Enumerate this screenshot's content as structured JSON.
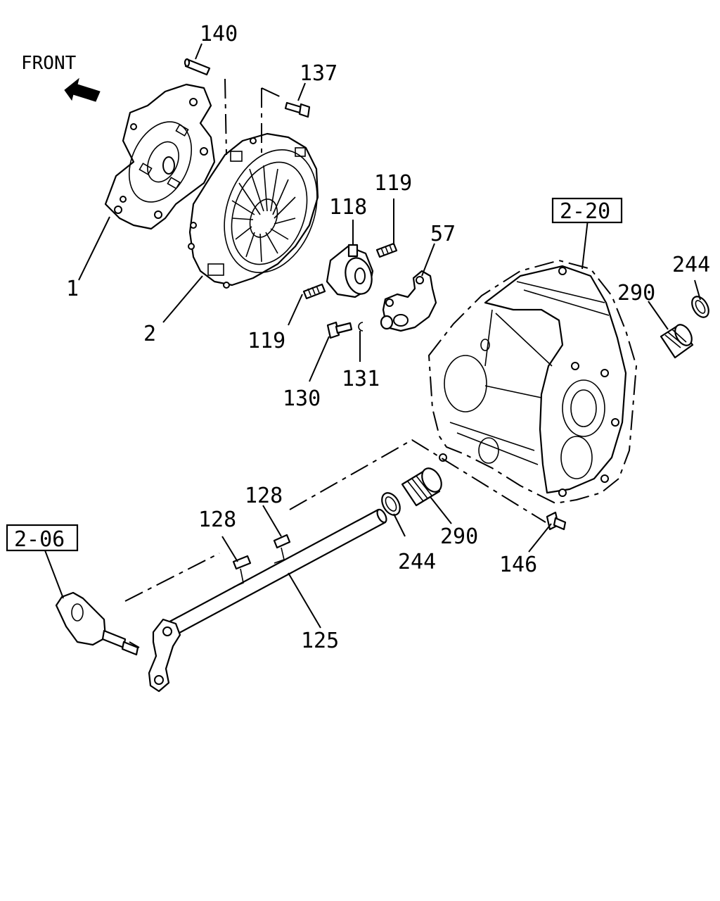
{
  "front_label": "FRONT",
  "refs": {
    "ref_2_20": "2-20",
    "ref_2_06": "2-06"
  },
  "callouts": {
    "p140": "140",
    "p137": "137",
    "p1": "1",
    "p2": "2",
    "p118": "118",
    "p119_top": "119",
    "p119_bottom": "119",
    "p57": "57",
    "p130": "130",
    "p131": "131",
    "p244_right": "244",
    "p290_right": "290",
    "p128_top": "128",
    "p128_left": "128",
    "p244_bottom": "244",
    "p290_bottom": "290",
    "p146": "146",
    "p125": "125"
  }
}
